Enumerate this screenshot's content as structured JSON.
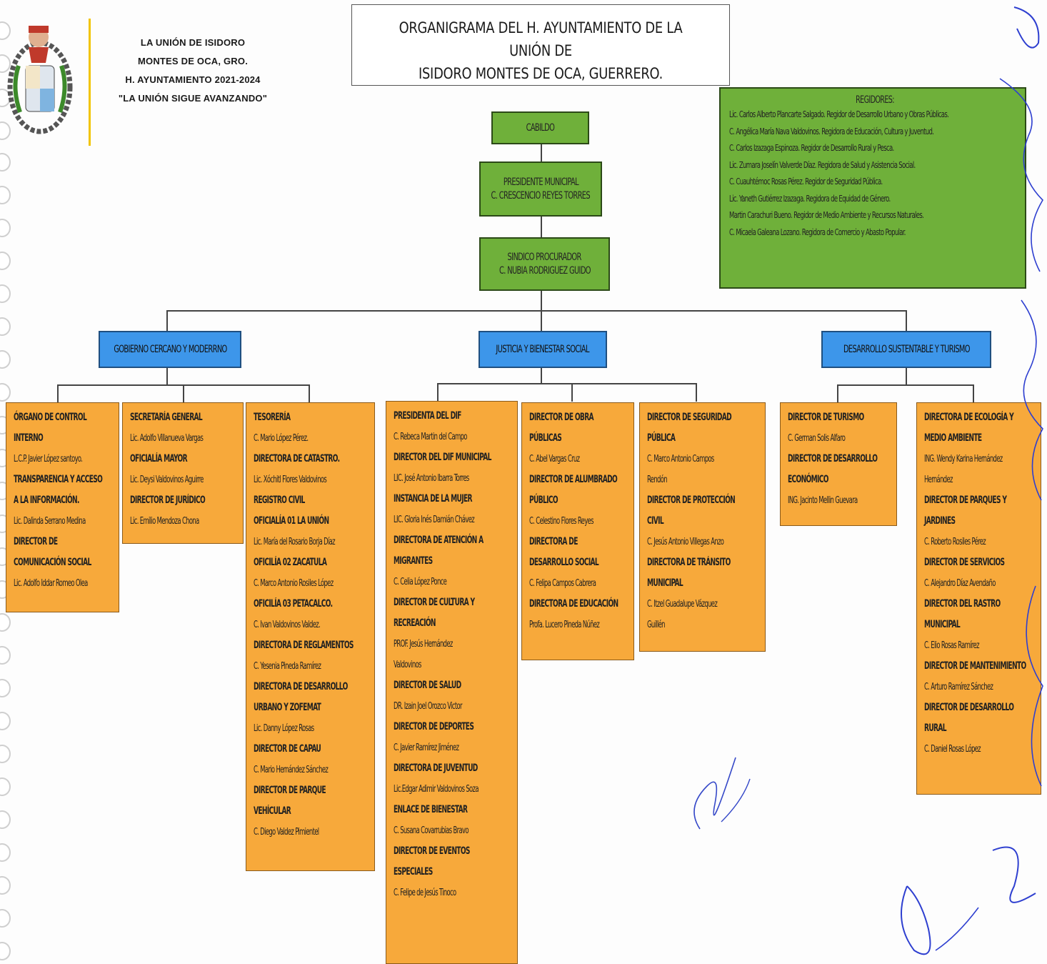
{
  "header": {
    "lines": [
      "LA UNIÓN DE ISIDORO",
      "MONTES DE OCA, GRO.",
      "H. AYUNTAMIENTO 2021-2024",
      "\"LA UNIÓN SIGUE AVANZANDO\""
    ],
    "title_lines": [
      "ORGANIGRAMA DEL H. AYUNTAMIENTO DE LA UNIÓN DE",
      "ISIDORO MONTES DE OCA, GUERRERO."
    ]
  },
  "top": {
    "cabildo": "CABILDO",
    "presidente": [
      "PRESIDENTE MUNICIPAL",
      "C. CRESCENCIO REYES TORRES"
    ],
    "sindico": [
      "SINDICO PROCURADOR",
      "C. NUBIA RODRIGUEZ GUIDO"
    ]
  },
  "regidores": {
    "title": "REGIDORES:",
    "items": [
      "Lic. Carlos Alberto Plancarte Salgado. Regidor de Desarrollo Urbano y Obras Públicas.",
      "C. Angélica María Nava Valdovinos. Regidora de Educación, Cultura y Juventud.",
      "C. Carlos Izazaga Espinoza. Regidor de Desarrollo Rural y Pesca.",
      "Lic. Zumara Joselín Valverde Díaz. Regidora de Salud y Asistencia Social.",
      "C. Cuauhtémoc Rosas Pérez. Regidor de Seguridad Pública.",
      "Lic. Yaneth Gutiérrez Izazaga. Regidora de Equidad de Género.",
      "Martin Carachuri Bueno. Regidor de Medio Ambiente y Recursos Naturales.",
      "C. Micaela Galeana Lozano. Regidora de Comercio y Abasto Popular."
    ]
  },
  "ejes": [
    "GOBIERNO CERCANO Y MODERRNO",
    "JUSTICIA Y BIENESTAR SOCIAL",
    "DESARROLLO SUSTENTABLE Y TURISMO"
  ],
  "boxes": [
    [
      {
        "t": "h",
        "v": "ÓRGANO DE CONTROL"
      },
      {
        "t": "h",
        "v": "INTERNO"
      },
      {
        "t": "n",
        "v": "L.C.P. Javier López santoyo."
      },
      {
        "t": "h",
        "v": "TRANSPARENCIA Y ACCESO"
      },
      {
        "t": "h",
        "v": "A LA INFORMACIÓN."
      },
      {
        "t": "n",
        "v": "Lic. Dalinda Serrano Medina"
      },
      {
        "t": "h",
        "v": "DIRECTOR DE"
      },
      {
        "t": "h",
        "v": "COMUNICACIÓN SOCIAL"
      },
      {
        "t": "n",
        "v": "Lic. Adolfo Iddar Romeo Olea"
      }
    ],
    [
      {
        "t": "h",
        "v": "SECRETARÍA GENERAL"
      },
      {
        "t": "n",
        "v": "Lic. Adolfo Villanueva Vargas"
      },
      {
        "t": "h",
        "v": "OFICIALÍA MAYOR"
      },
      {
        "t": "n",
        "v": "Lic. Deysi Valdovinos Aguirre"
      },
      {
        "t": "h",
        "v": "DIRECTOR DE JURÍDICO"
      },
      {
        "t": "n",
        "v": "Lic. Emilio Mendoza Chona"
      }
    ],
    [
      {
        "t": "h",
        "v": "TESORERÍA"
      },
      {
        "t": "n",
        "v": "C. Mario López Pérez."
      },
      {
        "t": "h",
        "v": "DIRECTORA DE CATASTRO."
      },
      {
        "t": "n",
        "v": "Lic. Xóchitl Flores Valdovinos"
      },
      {
        "t": "h",
        "v": "REGISTRO CIVIL"
      },
      {
        "t": "h",
        "v": "OFICIALÍA 01 LA UNIÓN"
      },
      {
        "t": "n",
        "v": "Lic. María del Rosario Borja Díaz"
      },
      {
        "t": "h",
        "v": "OFICILÍA 02 ZACATULA"
      },
      {
        "t": "n",
        "v": "C. Marco Antonio Rosiles López"
      },
      {
        "t": "h",
        "v": "OFICILÍA 03 PETACALCO."
      },
      {
        "t": "n",
        "v": "C. Ivan Valdovinos Valdez."
      },
      {
        "t": "h",
        "v": "DIRECTORA DE REGLAMENTOS"
      },
      {
        "t": "n",
        "v": "C. Yesenia Pineda Ramírez"
      },
      {
        "t": "h",
        "v": "DIRECTORA DE DESARROLLO"
      },
      {
        "t": "h",
        "v": "URBANO Y ZOFEMAT"
      },
      {
        "t": "n",
        "v": "Lic. Danny López Rosas"
      },
      {
        "t": "h",
        "v": "DIRECTOR DE CAPAU"
      },
      {
        "t": "n",
        "v": "C. Mario Hernández Sánchez"
      },
      {
        "t": "h",
        "v": "DIRECTOR DE PARQUE"
      },
      {
        "t": "h",
        "v": "VEHÍCULAR"
      },
      {
        "t": "n",
        "v": "C. Diego Valdez Pimientel"
      }
    ],
    [
      {
        "t": "h",
        "v": "PRESIDENTA DEL DIF"
      },
      {
        "t": "n",
        "v": "C. Rebeca Martin del Campo"
      },
      {
        "t": "h",
        "v": "DIRECTOR DEL DIF MUNICIPAL"
      },
      {
        "t": "n",
        "v": "LIC. José Antonio Ibarra Torres"
      },
      {
        "t": "h",
        "v": "INSTANCIA DE LA MUJER"
      },
      {
        "t": "n",
        "v": "LIC. Gloria Inés Damián Chávez"
      },
      {
        "t": "h",
        "v": "DIRECTORA DE ATENCIÓN A"
      },
      {
        "t": "h",
        "v": "MIGRANTES"
      },
      {
        "t": "n",
        "v": "C. Celia López Ponce"
      },
      {
        "t": "h",
        "v": "DIRECTOR DE CULTURA Y"
      },
      {
        "t": "h",
        "v": "RECREACIÓN"
      },
      {
        "t": "n",
        "v": "PROF. Jesús Hernández"
      },
      {
        "t": "n",
        "v": "Valdovinos"
      },
      {
        "t": "h",
        "v": "DIRECTOR DE SALUD"
      },
      {
        "t": "n",
        "v": "DR. Izain Joel Orozco Victor"
      },
      {
        "t": "h",
        "v": "DIRECTOR DE DEPORTES"
      },
      {
        "t": "n",
        "v": "C. Javier Ramírez Jiménez"
      },
      {
        "t": "h",
        "v": "DIRECTORA DE JUVENTUD"
      },
      {
        "t": "n",
        "v": "Lic.Edgar Adimir Valdovinos Soza"
      },
      {
        "t": "h",
        "v": "ENLACE DE BIENESTAR"
      },
      {
        "t": "n",
        "v": "C. Susana Covarrubias Bravo"
      },
      {
        "t": "h",
        "v": "DIRECTOR DE EVENTOS"
      },
      {
        "t": "h",
        "v": "ESPECIALES"
      },
      {
        "t": "n",
        "v": "C. Felipe de Jesús Tinoco"
      }
    ],
    [
      {
        "t": "h",
        "v": "DIRECTOR DE OBRA"
      },
      {
        "t": "h",
        "v": "PÚBLICAS"
      },
      {
        "t": "n",
        "v": "C. Abel Vargas Cruz"
      },
      {
        "t": "h",
        "v": "DIRECTOR DE ALUMBRADO"
      },
      {
        "t": "h",
        "v": "PÚBLICO"
      },
      {
        "t": "n",
        "v": "C. Celestino Flores Reyes"
      },
      {
        "t": "h",
        "v": "DIRECTORA DE"
      },
      {
        "t": "h",
        "v": "DESARROLLO SOCIAL"
      },
      {
        "t": "n",
        "v": "C. Felipa Campos Cabrera"
      },
      {
        "t": "h",
        "v": "DIRECTORA DE EDUCACIÓN"
      },
      {
        "t": "n",
        "v": "Profa. Lucero Pineda Núñez"
      }
    ],
    [
      {
        "t": "h",
        "v": "DIRECTOR DE SEGURIDAD"
      },
      {
        "t": "h",
        "v": "PÚBLICA"
      },
      {
        "t": "n",
        "v": "C. Marco Antonio Campos"
      },
      {
        "t": "n",
        "v": "Rendón"
      },
      {
        "t": "h",
        "v": "DIRECTOR DE PROTECCIÓN"
      },
      {
        "t": "h",
        "v": "CIVIL"
      },
      {
        "t": "n",
        "v": "C. Jesús Antonio Villegas Anzo"
      },
      {
        "t": "h",
        "v": "DIRECTORA DE TRÁNSITO"
      },
      {
        "t": "h",
        "v": "MUNICIPAL"
      },
      {
        "t": "n",
        "v": "C. Itzel Guadalupe Vázquez"
      },
      {
        "t": "n",
        "v": "Guillén"
      }
    ],
    [
      {
        "t": "h",
        "v": "DIRECTOR DE TURISMO"
      },
      {
        "t": "n",
        "v": "C. German Solis Alfaro"
      },
      {
        "t": "h",
        "v": "DIRECTOR DE DESARROLLO"
      },
      {
        "t": "h",
        "v": "ECONÓMICO"
      },
      {
        "t": "n",
        "v": "ING. Jacinto Mellin Guevara"
      }
    ],
    [
      {
        "t": "h",
        "v": "DIRECTORA DE ECOLOGÍA Y"
      },
      {
        "t": "h",
        "v": "MEDIO AMBIENTE"
      },
      {
        "t": "n",
        "v": "ING. Wendy Karina Hernández"
      },
      {
        "t": "n",
        "v": "Hernández"
      },
      {
        "t": "h",
        "v": "DIRECTOR DE PARQUES Y"
      },
      {
        "t": "h",
        "v": "JARDINES"
      },
      {
        "t": "n",
        "v": "C. Roberto Rosiles Pérez"
      },
      {
        "t": "h",
        "v": "DIRECTOR DE SERVICIOS"
      },
      {
        "t": "n",
        "v": "C. Alejandro Díaz Avendaño"
      },
      {
        "t": "h",
        "v": "DIRECTOR DEL RASTRO"
      },
      {
        "t": "h",
        "v": "MUNICIPAL"
      },
      {
        "t": "n",
        "v": "C. Elio Rosas Ramírez"
      },
      {
        "t": "h",
        "v": "DIRECTOR DE MANTENIMIENTO"
      },
      {
        "t": "n",
        "v": "C. Arturo Ramírez Sánchez"
      },
      {
        "t": "h",
        "v": "DIRECTOR DE DESARROLLO"
      },
      {
        "t": "h",
        "v": "RURAL"
      },
      {
        "t": "n",
        "v": "C. Daniel Rosas López"
      }
    ]
  ],
  "colors": {
    "green": "#6fb03a",
    "blue": "#3d96ea",
    "orange": "#f7a93b",
    "ink": "#2e3fd0"
  }
}
